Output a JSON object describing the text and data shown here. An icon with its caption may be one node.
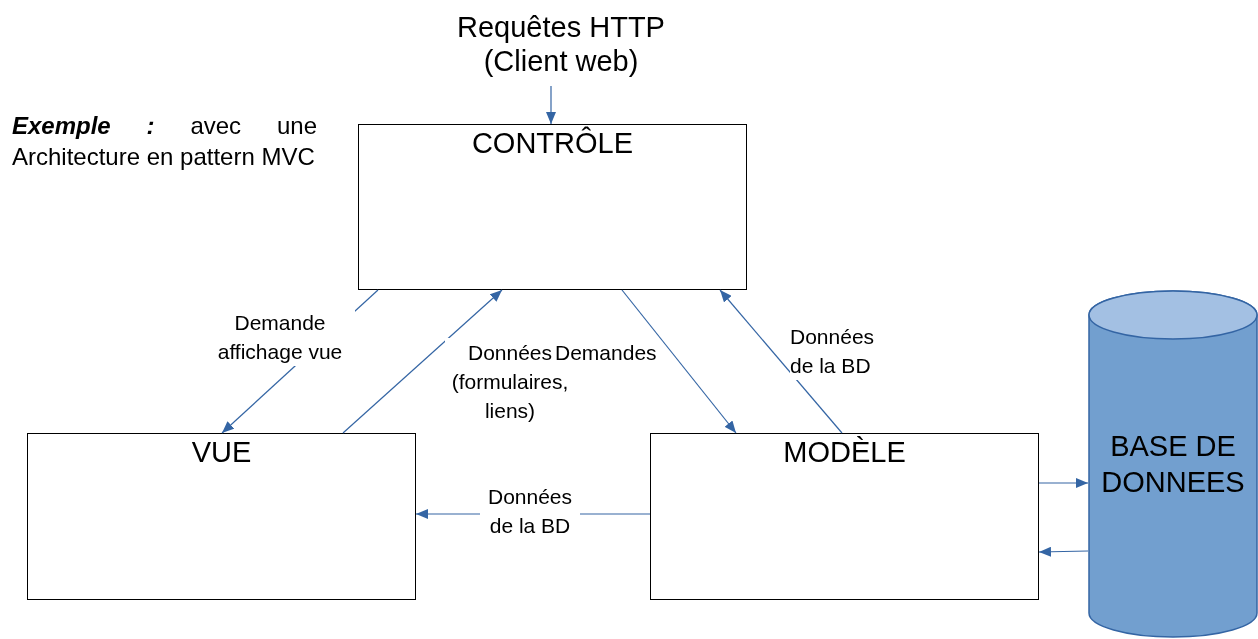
{
  "diagram": {
    "nodes": [
      {
        "text": [
          "Requêtes HTTP (Client web)"
        ]
      },
      {
        "text": [
          "CONTRÔLE"
        ]
      },
      {
        "text": [
          "VUE"
        ]
      },
      {
        "text": [
          "MODÈLE"
        ]
      },
      {
        "text": [
          "BASE DE DONNEES"
        ]
      }
    ],
    "edges": [
      {
        "from": 0,
        "to": 1,
        "arrow": "to"
      },
      {
        "from": 1,
        "to": 2,
        "arrow": "to",
        "label": "Demande affichage vue"
      },
      {
        "from": 2,
        "to": 1,
        "arrow": "to",
        "label": "Données (formulaires, liens)"
      },
      {
        "from": 1,
        "to": 3,
        "arrow": "to",
        "label": "Demandes"
      },
      {
        "from": 3,
        "to": 1,
        "arrow": "to",
        "label": "Données de la BD"
      },
      {
        "from": 3,
        "to": 2,
        "arrow": "to",
        "label": "Données de la BD"
      },
      {
        "from": 3,
        "to": 4,
        "arrow": "to"
      },
      {
        "from": 4,
        "to": 3,
        "arrow": "to"
      }
    ],
    "labels": [
      "**Exemple :** avec une Architecture en pattern MVC"
    ]
  }
}
